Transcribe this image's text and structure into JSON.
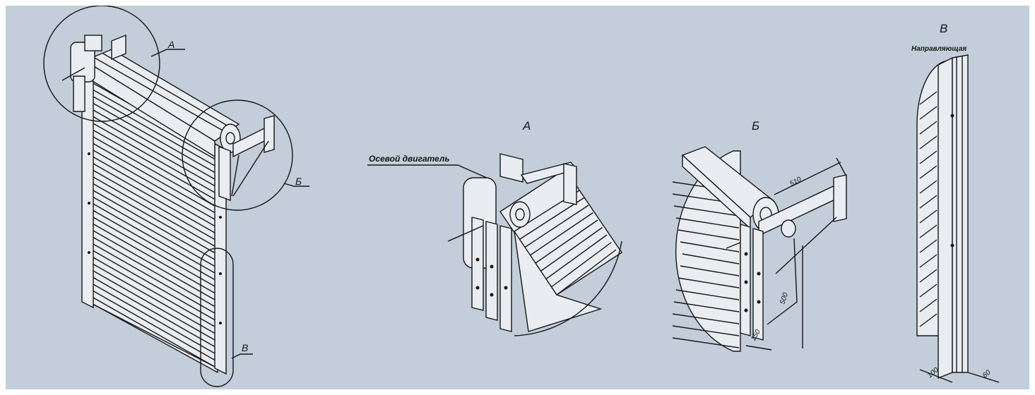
{
  "labels": {
    "view_a": "А",
    "view_b": "Б",
    "view_v": "В",
    "callout_a": "А",
    "callout_b": "Б",
    "callout_v": "В",
    "motor": "Осевой двигатель",
    "rail": "Направляющая"
  },
  "dimensions": {
    "b_width": "510",
    "b_height": "500",
    "b_depth": "150",
    "v_width": "100",
    "v_depth": "60"
  },
  "colors": {
    "background": "#c3ceda",
    "ink": "#161616",
    "panel": "#e9edf1"
  }
}
